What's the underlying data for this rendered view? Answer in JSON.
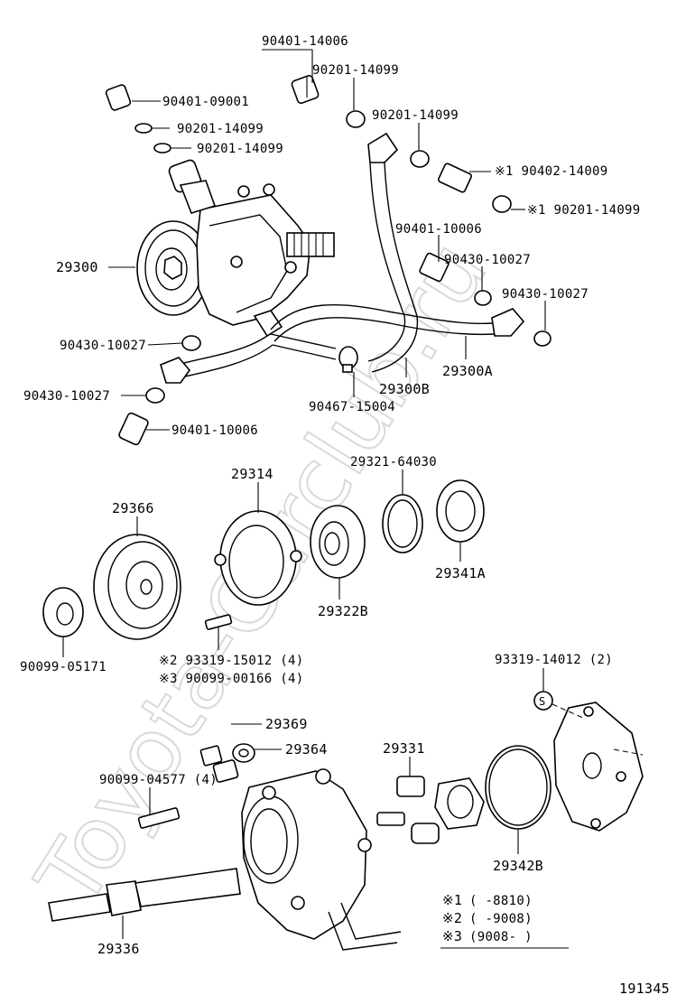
{
  "watermark": "Toyota-Carclub.ru",
  "diagram_id": "191345",
  "callouts": {
    "c_90401_14006": "90401-14006",
    "c_90201_14099_a": "90201-14099",
    "c_90401_09001": "90401-09001",
    "c_90201_14099_b": "90201-14099",
    "c_90201_14099_c": "90201-14099",
    "c_90201_14099_d": "90201-14099",
    "c_90402_14009": "※1 90402-14009",
    "c_90201_14099_e": "※1 90201-14099",
    "c_29300": "29300",
    "c_90401_10006_a": "90401-10006",
    "c_90430_10027_a": "90430-10027",
    "c_90430_10027_b": "90430-10027",
    "c_90430_10027_c": "90430-10027",
    "c_29300A": "29300A",
    "c_90430_10027_d": "90430-10027",
    "c_29300B": "29300B",
    "c_90467_15004": "90467-15004",
    "c_90401_10006_b": "90401-10006",
    "c_29314": "29314",
    "c_29321_64030": "29321-64030",
    "c_29366": "29366",
    "c_29341A": "29341A",
    "c_29322B": "29322B",
    "c_90099_05171": "90099-05171",
    "c_93319_15012": "※2 93319-15012 (4)",
    "c_90099_00166": "※3 90099-00166 (4)",
    "c_93319_14012": "93319-14012 (2)",
    "c_29369": "29369",
    "c_29364": "29364",
    "c_29331": "29331",
    "c_90099_04577": "90099-04577 (4)",
    "c_29342B": "29342B",
    "c_29336": "29336"
  },
  "legend": [
    {
      "mark": "※1",
      "range": "(      -8810)"
    },
    {
      "mark": "※2",
      "range": "(      -9008)"
    },
    {
      "mark": "※3",
      "range": "(9008-      )"
    }
  ],
  "icons": {
    "seal_mark": "S"
  }
}
